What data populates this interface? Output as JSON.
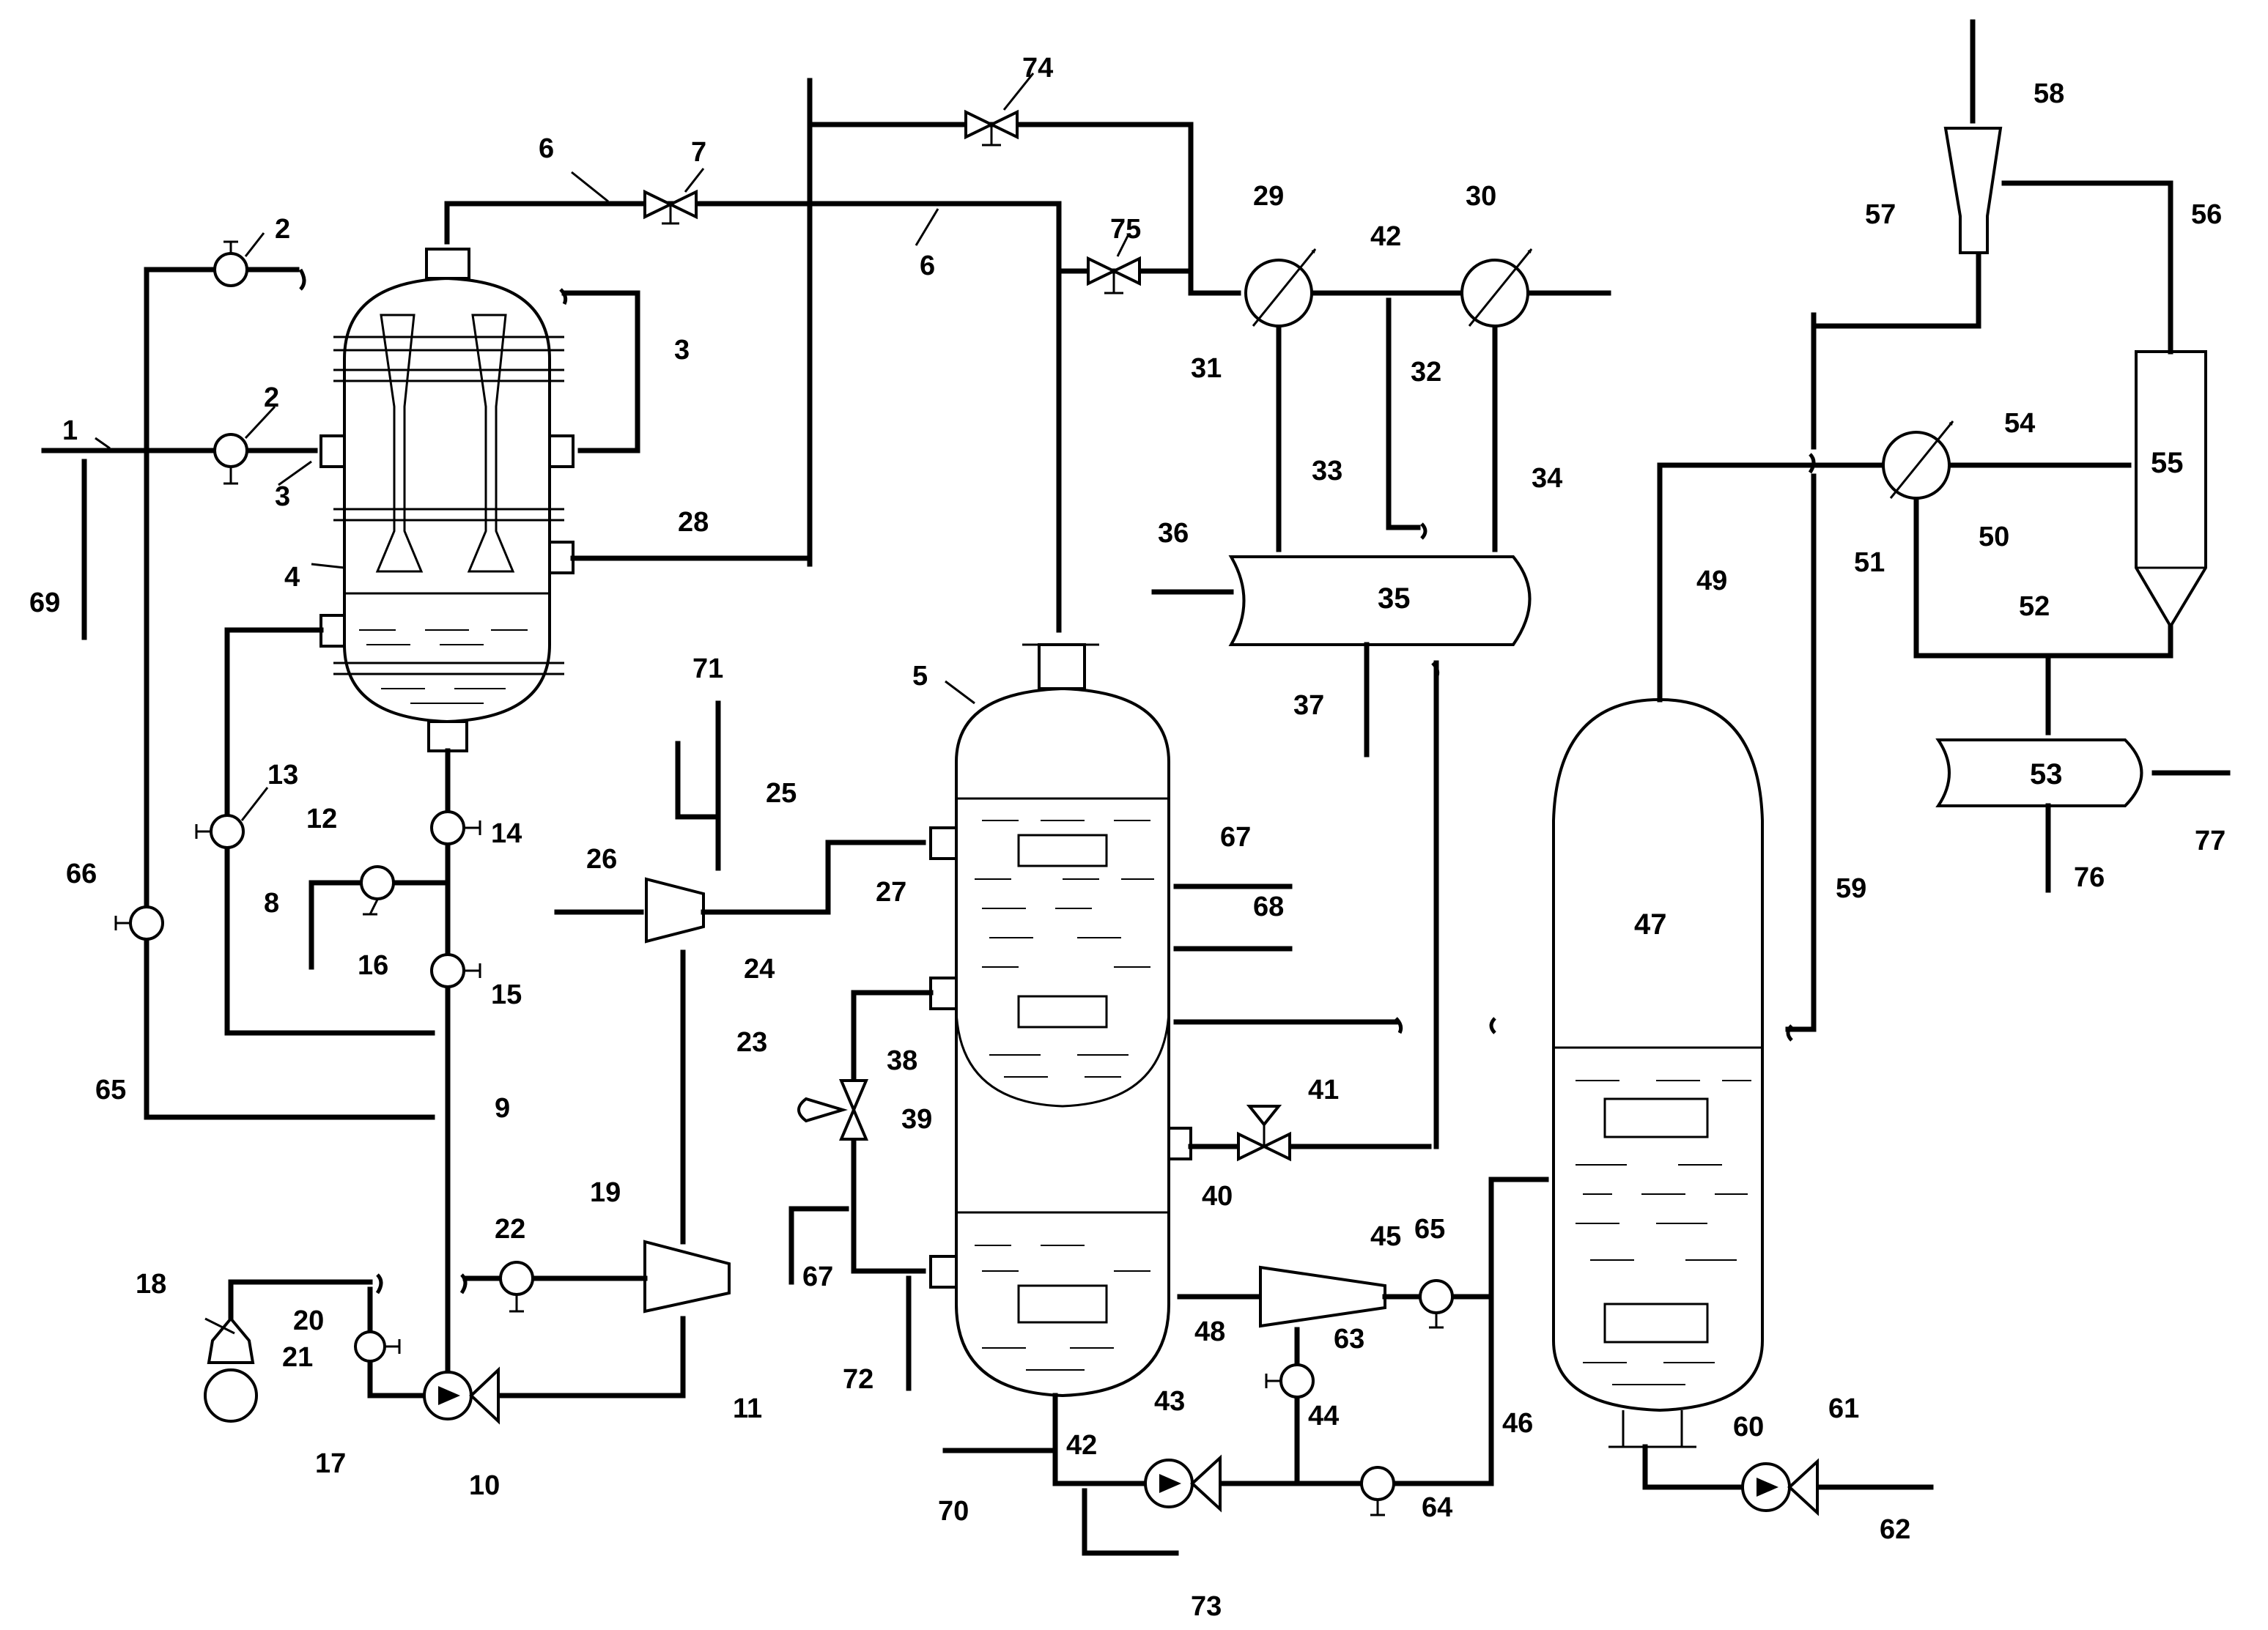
{
  "figure": {
    "labels": {
      "n1": "1",
      "n2": "2",
      "n3": "3",
      "n4": "4",
      "n5": "5",
      "n6": "6",
      "n7": "7",
      "n8": "8",
      "n9": "9",
      "n10": "10",
      "n11": "11",
      "n12": "12",
      "n13": "13",
      "n14": "14",
      "n15": "15",
      "n16": "16",
      "n17": "17",
      "n18": "18",
      "n19": "19",
      "n20": "20",
      "n21": "21",
      "n22": "22",
      "n23": "23",
      "n24": "24",
      "n25": "25",
      "n26": "26",
      "n27": "27",
      "n28": "28",
      "n29": "29",
      "n30": "30",
      "n31": "31",
      "n32": "32",
      "n33": "33",
      "n34": "34",
      "n35": "35",
      "n36": "36",
      "n37": "37",
      "n38": "38",
      "n39": "39",
      "n40": "40",
      "n41": "41",
      "n42": "42",
      "n43": "43",
      "n44": "44",
      "n45": "45",
      "n46": "46",
      "n47": "47",
      "n48": "48",
      "n49": "49",
      "n50": "50",
      "n51": "51",
      "n52": "52",
      "n53": "53",
      "n54": "54",
      "n55": "55",
      "n56": "56",
      "n57": "57",
      "n58": "58",
      "n59": "59",
      "n60": "60",
      "n61": "61",
      "n62": "62",
      "n63": "63",
      "n64": "64",
      "n65": "65",
      "n66": "66",
      "n67": "67",
      "n68": "68",
      "n69": "69",
      "n70": "70",
      "n71": "71",
      "n72": "72",
      "n73": "73",
      "n74": "74",
      "n75": "75",
      "n76": "76",
      "n77": "77"
    }
  }
}
